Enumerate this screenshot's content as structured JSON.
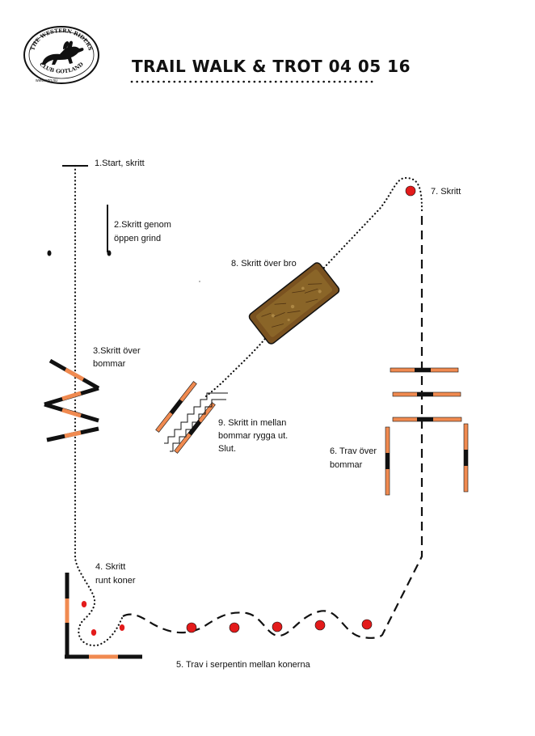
{
  "header": {
    "title": "TRAIL WALK & TROT 04 05 16",
    "logo": {
      "top_text": "THE WESTERN RIDERS",
      "bottom_text": "CLUB GOTLAND",
      "url": "www.wrg.nu"
    }
  },
  "stations": [
    {
      "label": "1.Start, skritt"
    },
    {
      "label": "2.Skritt genom",
      "label2": "öppen grind"
    },
    {
      "label": "3.Skritt över",
      "label2": "bommar"
    },
    {
      "label": "4. Skritt",
      "label2": "runt koner"
    },
    {
      "label": "5. Trav i serpentin mellan konerna"
    },
    {
      "label": "6. Trav över",
      "label2": "bommar"
    },
    {
      "label": "7. Skritt"
    },
    {
      "label": "8. Skritt över bro"
    },
    {
      "label": "9. Skritt in mellan",
      "label2": "bommar rygga ut.",
      "label3": "Slut."
    }
  ],
  "colors": {
    "pole_orange": "#f08a50",
    "pole_black": "#111111",
    "cone_red": "#e31b1b",
    "bridge_brown": "#7a5220",
    "path": "#111111"
  }
}
